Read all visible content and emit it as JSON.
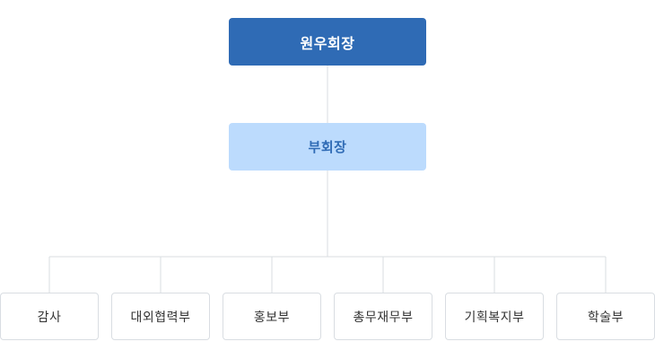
{
  "org_chart": {
    "president": "원우회장",
    "vice_president": "부회장",
    "departments": [
      "감사",
      "대외협력부",
      "홍보부",
      "총무재무부",
      "기획복지부",
      "학술부"
    ]
  }
}
